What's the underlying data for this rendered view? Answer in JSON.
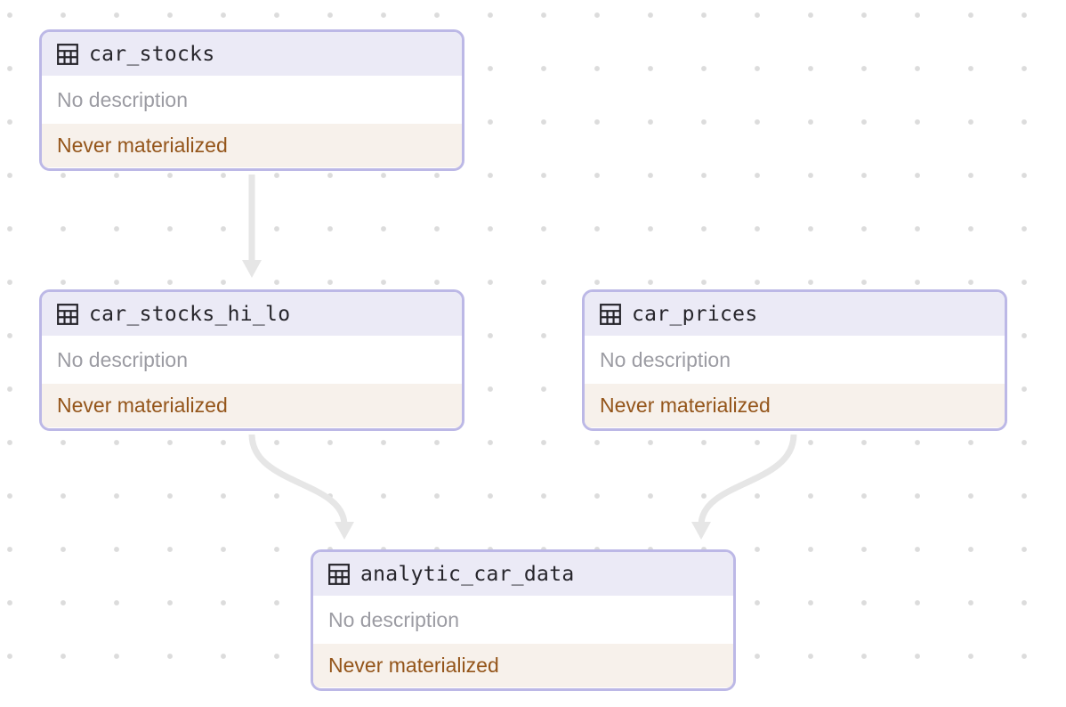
{
  "icons": {
    "asset": "table-icon"
  },
  "colors": {
    "node_border": "#bcb8e6",
    "header_bg": "#ebeaf6",
    "status_bg": "#f7f1eb",
    "status_text": "#94551a",
    "description_text": "#9c9ca3",
    "edge": "#e6e6e6"
  },
  "nodes": [
    {
      "id": "car_stocks",
      "name": "car_stocks",
      "description": "No description",
      "status": "Never materialized"
    },
    {
      "id": "car_stocks_hi_lo",
      "name": "car_stocks_hi_lo",
      "description": "No description",
      "status": "Never materialized"
    },
    {
      "id": "car_prices",
      "name": "car_prices",
      "description": "No description",
      "status": "Never materialized"
    },
    {
      "id": "analytic_car_data",
      "name": "analytic_car_data",
      "description": "No description",
      "status": "Never materialized"
    }
  ],
  "edges": [
    {
      "from": "car_stocks",
      "to": "car_stocks_hi_lo"
    },
    {
      "from": "car_stocks_hi_lo",
      "to": "analytic_car_data"
    },
    {
      "from": "car_prices",
      "to": "analytic_car_data"
    }
  ]
}
